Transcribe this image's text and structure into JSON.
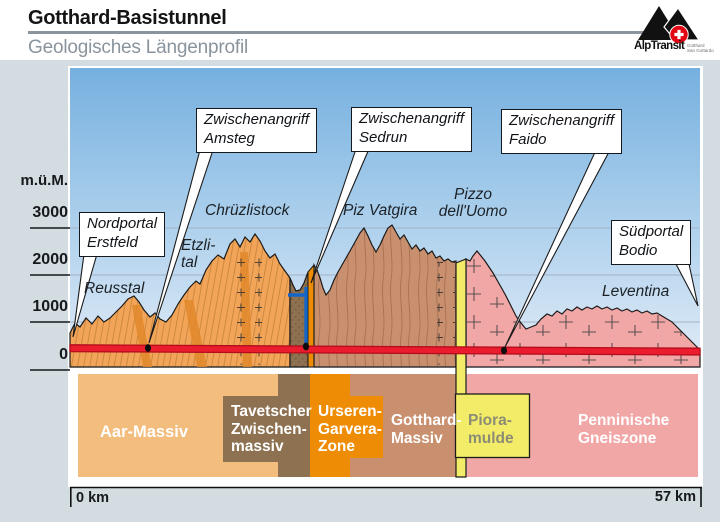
{
  "header": {
    "title": "Gotthard-Basistunnel",
    "subtitle": "Geologisches Längenprofil"
  },
  "logo": {
    "name": "AlpTransit",
    "region_line1": "Gotthard",
    "region_line2": "San Gottardo"
  },
  "axis": {
    "unit": "m.ü.M.",
    "tick_3000": "3000",
    "tick_2000": "2000",
    "tick_1000": "1000",
    "tick_0": "0"
  },
  "scale": {
    "start": "0 km",
    "end": "57 km"
  },
  "callouts": {
    "nordportal": {
      "line1": "Nordportal",
      "line2": "Erstfeld"
    },
    "amsteg": {
      "line1": "Zwischenangriff",
      "line2": "Amsteg"
    },
    "sedrun": {
      "line1": "Zwischenangriff",
      "line2": "Sedrun"
    },
    "faido": {
      "line1": "Zwischenangriff",
      "line2": "Faido"
    },
    "suedportal": {
      "line1": "Südportal",
      "line2": "Bodio"
    }
  },
  "terrain_labels": {
    "reusstal": "Reusstal",
    "etzlital_line1": "Etzli-",
    "etzlital_line2": "tal",
    "chruezlistock": "Chrüzlistock",
    "piz_vatgira": "Piz Vatgira",
    "pizzo_line1": "Pizzo",
    "pizzo_line2": "dell'Uomo",
    "leventina": "Leventina"
  },
  "legend": {
    "aar": {
      "label": "Aar-Massiv",
      "color": "#f3bd7e"
    },
    "tavetscher": {
      "line1": "Tavetscher",
      "line2": "Zwischen-",
      "line3": "massiv",
      "color": "#8d7150"
    },
    "urseren": {
      "line1": "Urseren-",
      "line2": "Garvera-",
      "line3": "Zone",
      "color": "#ee8d05"
    },
    "gotthard": {
      "line1": "Gotthard-",
      "line2": "Massiv",
      "color": "#c9906f"
    },
    "piora": {
      "line1": "Piora-",
      "line2": "mulde",
      "color": "#f3ec69"
    },
    "penninische": {
      "line1": "Penninische",
      "line2": "Gneiszone",
      "color": "#f2a7a7"
    }
  },
  "tunnel": {
    "color": "#ea1c2d",
    "shaft_color": "#1467c8"
  }
}
